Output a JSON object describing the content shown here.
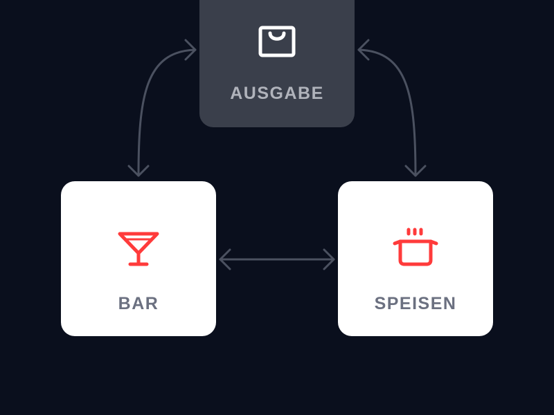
{
  "nodes": {
    "ausgabe": {
      "label": "AUSGABE",
      "icon": "shopping-bag-icon"
    },
    "bar": {
      "label": "BAR",
      "icon": "cocktail-glass-icon"
    },
    "speisen": {
      "label": "SPEISEN",
      "icon": "cooking-pot-icon"
    }
  },
  "colors": {
    "background": "#0a0f1d",
    "accent": "#ff3b3b",
    "arrow": "#4b5160",
    "ausgabe_bg": "#3a3f4b"
  }
}
